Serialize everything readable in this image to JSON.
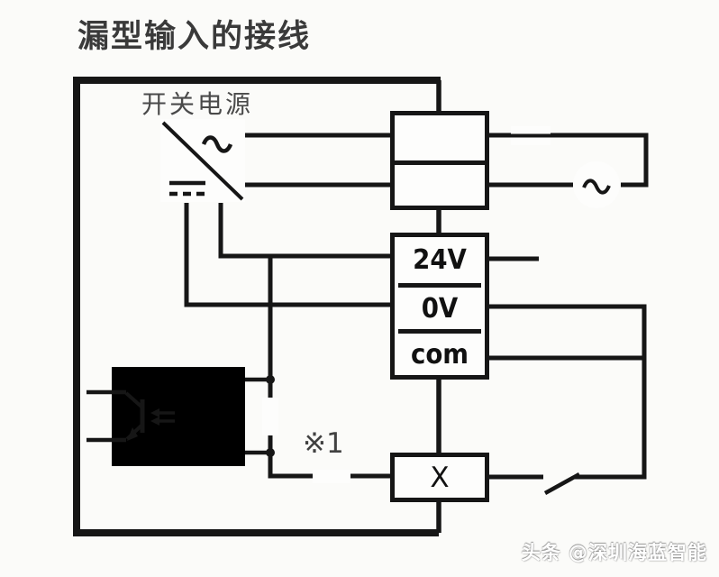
{
  "title": "漏型输入的接线",
  "power_supply_label": "开关电源",
  "note_label": "※1",
  "terminal_block": {
    "cells": [
      "24V",
      "0V",
      "com"
    ]
  },
  "input_terminal": "X",
  "watermark": "头条 @深圳海蓝智能",
  "icons": {
    "power_supply_symbol": "ac-dc-converter (~ over =)",
    "fuse": "fuse",
    "ac_source": "circle with ~",
    "optocoupler": "phototransistor with LED and protection diode",
    "resistor_internal": "vertical box resistor",
    "resistor_note": "horizontal box resistor",
    "switch": "open mechanical contact"
  },
  "colors": {
    "line": "#161616",
    "title_text": "#3a3a3a",
    "label_text": "#4a4a4a",
    "background": "#fbfbf9",
    "watermark_text": "#ffffff"
  }
}
